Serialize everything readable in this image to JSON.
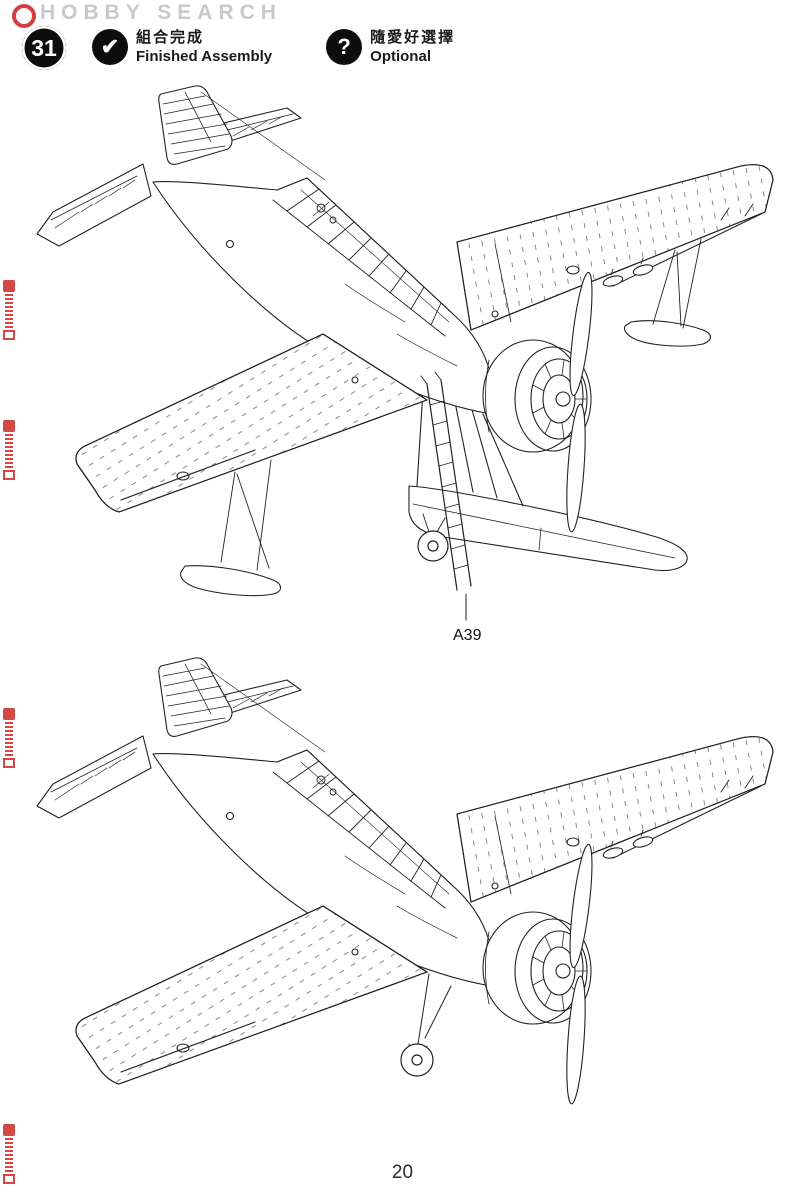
{
  "header": {
    "step_number": "31"
  },
  "legend": [
    {
      "icon": "checkmark",
      "zh": "組合完成",
      "en": "Finished Assembly"
    },
    {
      "icon": "question-mark",
      "zh": "隨愛好選擇",
      "en": "Optional"
    }
  ],
  "watermarks": {
    "top": "HOBBY SEARCH"
  },
  "diagram": {
    "callout_a39": "A39"
  },
  "footer": {
    "page_number": "20"
  },
  "colors": {
    "ink": "#222222",
    "watermark_gray": "#c9c9c9",
    "stamp_red": "#cf3434"
  }
}
